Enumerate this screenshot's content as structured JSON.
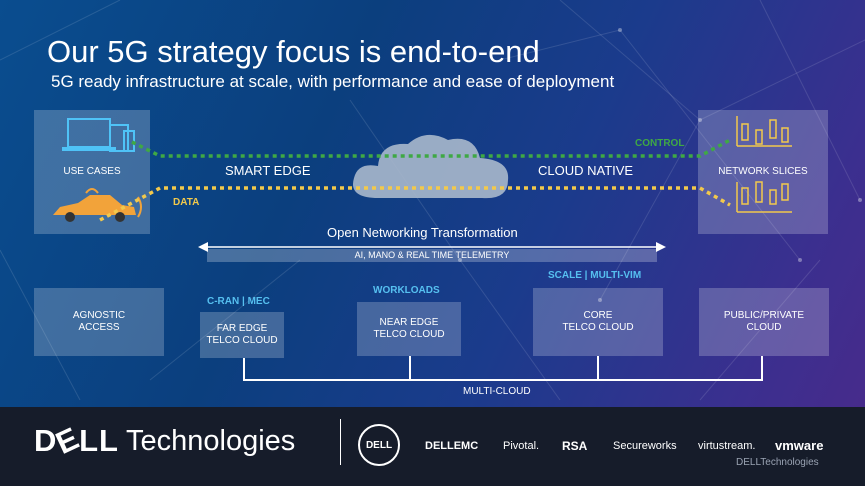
{
  "title": "Our 5G strategy focus is end-to-end",
  "subtitle": "5G ready infrastructure at scale, with performance and ease of deployment",
  "use_cases": "USE CASES",
  "network_slices": "NETWORK SLICES",
  "smart_edge": "SMART EDGE",
  "cloud_native": "CLOUD NATIVE",
  "control": "CONTROL",
  "data": "DATA",
  "ont": "Open Networking Transformation",
  "telemetry": "AI, MANO & REAL TIME TELEMETRY",
  "cran": "C-RAN | MEC",
  "workloads": "WORKLOADS",
  "scale": "SCALE | MULTI-VIM",
  "boxes": {
    "agnostic": [
      "AGNOSTIC",
      "ACCESS"
    ],
    "far_edge": [
      "FAR EDGE",
      "TELCO CLOUD"
    ],
    "near_edge": [
      "NEAR EDGE",
      "TELCO CLOUD"
    ],
    "core": [
      "CORE",
      "TELCO CLOUD"
    ],
    "public": [
      "PUBLIC/PRIVATE",
      "CLOUD"
    ]
  },
  "multi_cloud": "MULTI-CLOUD",
  "footer": {
    "dell_prefix": "D",
    "dell_e": "E",
    "dell_suffix": "LL",
    "technologies": "Technologies",
    "badge": "DELL",
    "brands": [
      "DELLEMC",
      "Pivotal.",
      "RSA",
      "Secureworks",
      "virtustream.",
      "vmware"
    ],
    "sub_brand": "DELLTechnologies"
  },
  "colors": {
    "control": "#3fa845",
    "data": "#f2c94c",
    "accent": "#56c0f0"
  }
}
